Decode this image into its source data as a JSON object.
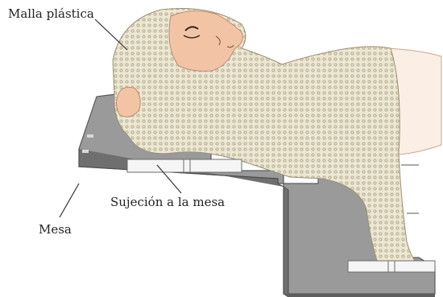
{
  "labels": {
    "mesh": "Malla plástica",
    "table_fastener": "Sujeción a la mesa",
    "table": "Mesa"
  },
  "colors": {
    "table_top": "#9a9a9a",
    "table_edge": "#5a5a5a",
    "skin": "#f2c4a5",
    "mesh_fill": "#ece7d2",
    "mesh_dot": "#b0a58a",
    "clamp": "#f5f5f5",
    "leader_line": "#333333",
    "text": "#222222"
  }
}
